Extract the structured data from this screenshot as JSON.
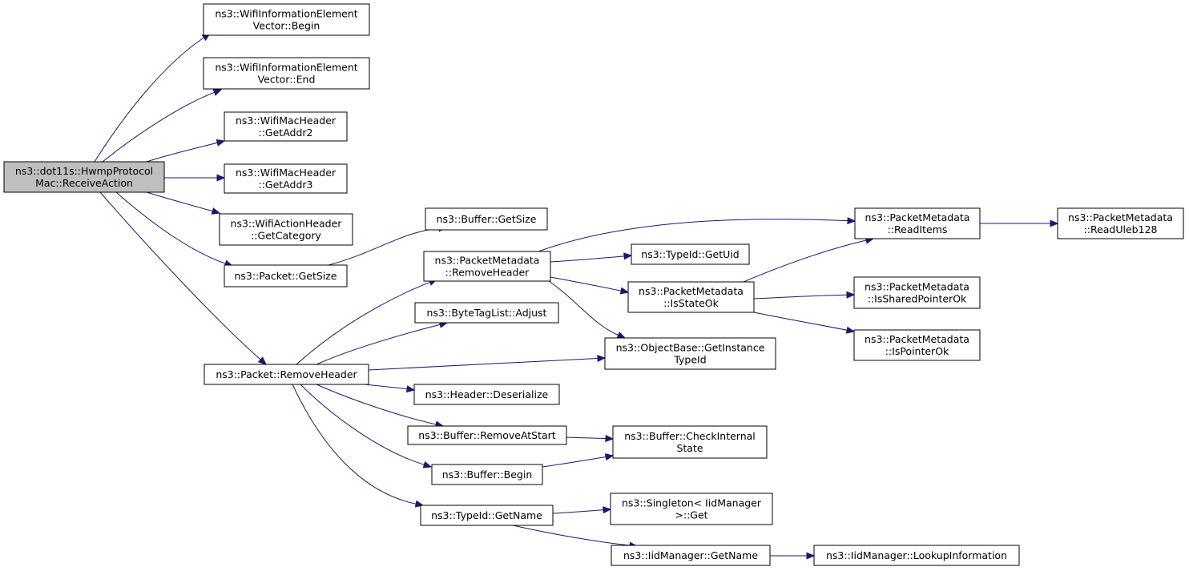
{
  "colors": {
    "edge": "#191970",
    "root_fill": "#bfbfbf",
    "node_fill": "#ffffff",
    "border": "#000000"
  },
  "nodes": [
    {
      "id": "root",
      "lines": [
        "ns3::dot11s::HwmpProtocol",
        "Mac::ReceiveAction"
      ],
      "root": true
    },
    {
      "id": "wie_begin",
      "lines": [
        "ns3::WifiInformationElement",
        "Vector::Begin"
      ]
    },
    {
      "id": "wie_end",
      "lines": [
        "ns3::WifiInformationElement",
        "Vector::End"
      ]
    },
    {
      "id": "getaddr2",
      "lines": [
        "ns3::WifiMacHeader",
        "::GetAddr2"
      ]
    },
    {
      "id": "getaddr3",
      "lines": [
        "ns3::WifiMacHeader",
        "::GetAddr3"
      ]
    },
    {
      "id": "getcategory",
      "lines": [
        "ns3::WifiActionHeader",
        "::GetCategory"
      ]
    },
    {
      "id": "pkt_getsize",
      "lines": [
        "ns3::Packet::GetSize"
      ]
    },
    {
      "id": "pkt_removeheader",
      "lines": [
        "ns3::Packet::RemoveHeader"
      ]
    },
    {
      "id": "buf_getsize",
      "lines": [
        "ns3::Buffer::GetSize"
      ]
    },
    {
      "id": "pm_removeheader",
      "lines": [
        "ns3::PacketMetadata",
        "::RemoveHeader"
      ]
    },
    {
      "id": "btl_adjust",
      "lines": [
        "ns3::ByteTagList::Adjust"
      ]
    },
    {
      "id": "hdr_deserialize",
      "lines": [
        "ns3::Header::Deserialize"
      ]
    },
    {
      "id": "buf_removeatstart",
      "lines": [
        "ns3::Buffer::RemoveAtStart"
      ]
    },
    {
      "id": "buf_begin",
      "lines": [
        "ns3::Buffer::Begin"
      ]
    },
    {
      "id": "tid_getname",
      "lines": [
        "ns3::TypeId::GetName"
      ]
    },
    {
      "id": "pm_readitems",
      "lines": [
        "ns3::PacketMetadata",
        "::ReadItems"
      ]
    },
    {
      "id": "tid_getuid",
      "lines": [
        "ns3::TypeId::GetUid"
      ]
    },
    {
      "id": "pm_isstateok",
      "lines": [
        "ns3::PacketMetadata",
        "::IsStateOk"
      ]
    },
    {
      "id": "ob_getinstancetypeid",
      "lines": [
        "ns3::ObjectBase::GetInstance",
        "TypeId"
      ]
    },
    {
      "id": "buf_checkinternalstate",
      "lines": [
        "ns3::Buffer::CheckInternal",
        "State"
      ]
    },
    {
      "id": "singleton_get",
      "lines": [
        "ns3::Singleton< IidManager",
        ">::Get"
      ]
    },
    {
      "id": "iid_getname",
      "lines": [
        "ns3::IidManager::GetName"
      ]
    },
    {
      "id": "iid_lookupinfo",
      "lines": [
        "ns3::IidManager::LookupInformation"
      ]
    },
    {
      "id": "pm_readuleb128",
      "lines": [
        "ns3::PacketMetadata",
        "::ReadUleb128"
      ]
    },
    {
      "id": "pm_issharedpointerok",
      "lines": [
        "ns3::PacketMetadata",
        "::IsSharedPointerOk"
      ]
    },
    {
      "id": "pm_ispointerok",
      "lines": [
        "ns3::PacketMetadata",
        "::IsPointerOk"
      ]
    }
  ],
  "edges": [
    [
      "root",
      "wie_begin"
    ],
    [
      "root",
      "wie_end"
    ],
    [
      "root",
      "getaddr2"
    ],
    [
      "root",
      "getaddr3"
    ],
    [
      "root",
      "getcategory"
    ],
    [
      "root",
      "pkt_getsize"
    ],
    [
      "root",
      "pkt_removeheader"
    ],
    [
      "pkt_getsize",
      "buf_getsize"
    ],
    [
      "pkt_removeheader",
      "pm_removeheader"
    ],
    [
      "pkt_removeheader",
      "btl_adjust"
    ],
    [
      "pkt_removeheader",
      "ob_getinstancetypeid"
    ],
    [
      "pkt_removeheader",
      "hdr_deserialize"
    ],
    [
      "pkt_removeheader",
      "buf_removeatstart"
    ],
    [
      "pkt_removeheader",
      "buf_begin"
    ],
    [
      "pkt_removeheader",
      "tid_getname"
    ],
    [
      "pm_removeheader",
      "pm_readitems"
    ],
    [
      "pm_removeheader",
      "tid_getuid"
    ],
    [
      "pm_removeheader",
      "pm_isstateok"
    ],
    [
      "pm_removeheader",
      "ob_getinstancetypeid"
    ],
    [
      "pm_readitems",
      "pm_readuleb128"
    ],
    [
      "pm_isstateok",
      "pm_readitems"
    ],
    [
      "pm_isstateok",
      "pm_issharedpointerok"
    ],
    [
      "pm_isstateok",
      "pm_ispointerok"
    ],
    [
      "buf_removeatstart",
      "buf_checkinternalstate"
    ],
    [
      "buf_begin",
      "buf_checkinternalstate"
    ],
    [
      "tid_getname",
      "singleton_get"
    ],
    [
      "tid_getname",
      "iid_getname"
    ],
    [
      "iid_getname",
      "iid_lookupinfo"
    ]
  ]
}
